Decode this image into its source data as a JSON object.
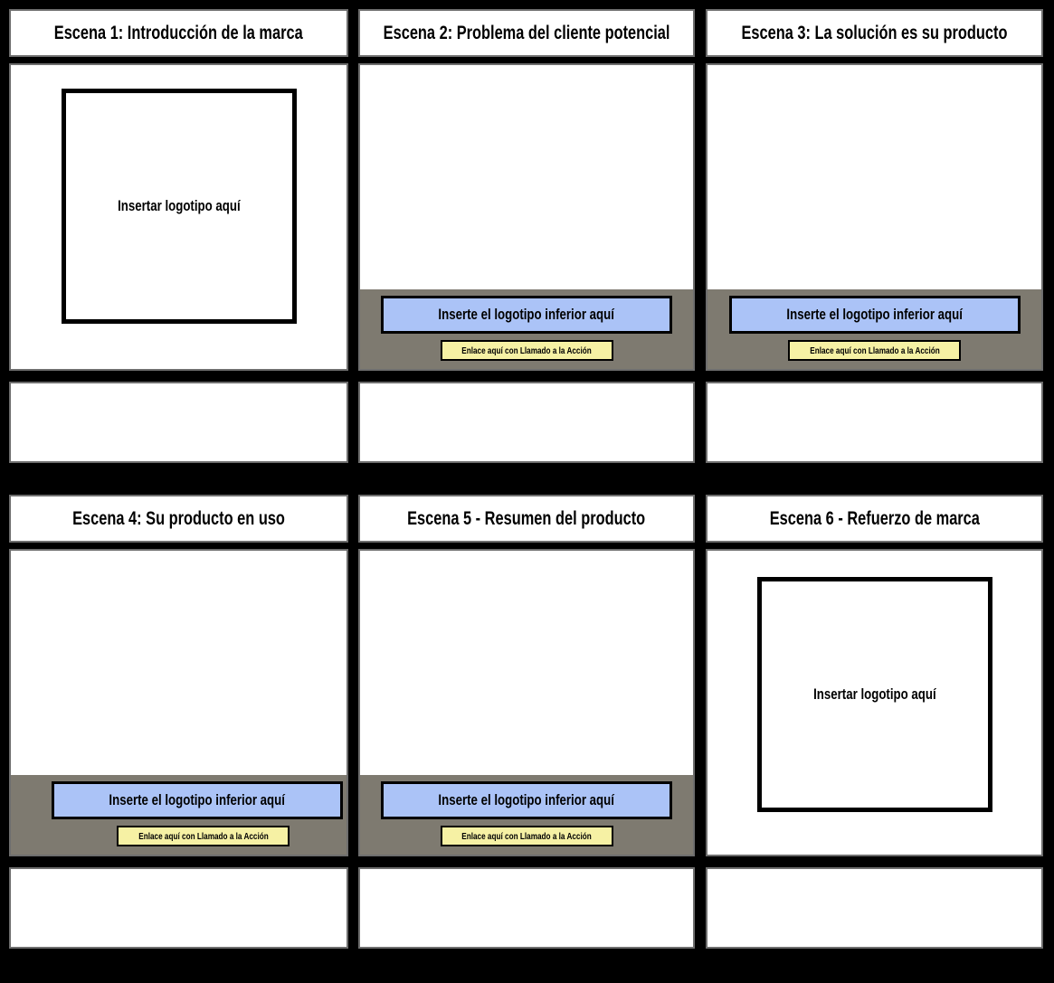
{
  "labels": {
    "logo_placeholder": "Insertar logotipo aquí",
    "lower_logo_button": "Inserte el logotipo inferior aquí",
    "cta_button": "Enlace aquí con Llamado a la Acción"
  },
  "scenes": [
    {
      "number": 1,
      "title": "Escena 1: Introducción de la marca",
      "layout": "logo-box"
    },
    {
      "number": 2,
      "title": "Escena 2: Problema del cliente potencial",
      "layout": "footer-bar"
    },
    {
      "number": 3,
      "title": "Escena 3: La solución es su producto",
      "layout": "footer-bar"
    },
    {
      "number": 4,
      "title": "Escena 4: Su producto en uso",
      "layout": "footer-bar"
    },
    {
      "number": 5,
      "title": "Escena 5 - Resumen del producto",
      "layout": "footer-bar"
    },
    {
      "number": 6,
      "title": "Escena 6 - Refuerzo de marca",
      "layout": "logo-box"
    }
  ],
  "colors": {
    "background": "#000000",
    "cell_border": "#6E6E6E",
    "footer_bar": "#7E7A70",
    "logo_button_fill": "#ABC3F7",
    "cta_button_fill": "#F6F1A4"
  }
}
